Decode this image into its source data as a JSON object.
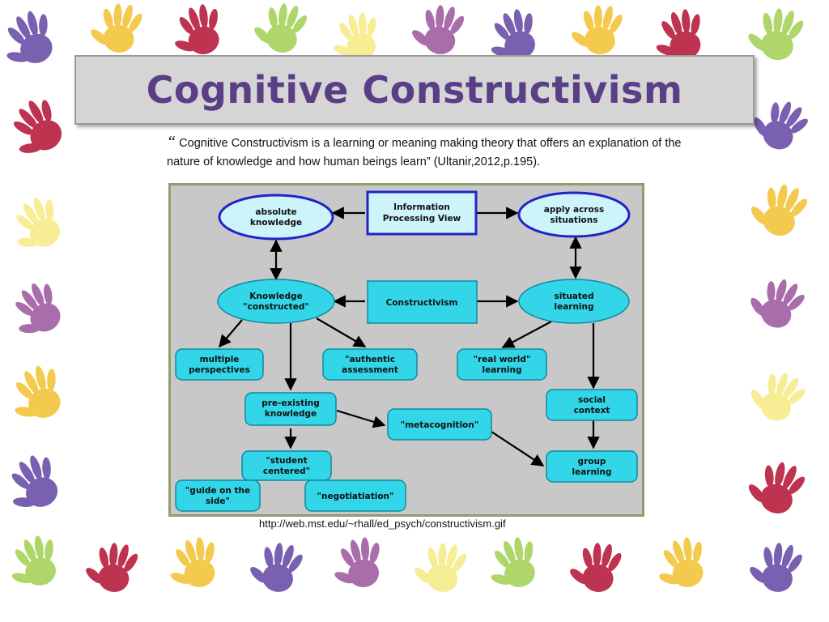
{
  "slide": {
    "title": "Cognitive  Constructivism",
    "quote_mark": "“",
    "quote_text": " Cognitive Constructivism is a learning or meaning making theory that offers an explanation of the nature of knowledge and how human beings learn” (Ultanir,2012,p.195).",
    "source_url": "http://web.mst.edu/~rhall/ed_psych/constructivism.gif"
  },
  "diagram": {
    "nodes": {
      "absolute_knowledge": [
        "absolute",
        "knowledge"
      ],
      "info_processing": [
        "Information",
        "Processing View"
      ],
      "apply_across": [
        "apply across",
        "situations"
      ],
      "knowledge_constructed": [
        "Knowledge",
        "\"constructed\""
      ],
      "constructivism": [
        "Constructivism"
      ],
      "situated_learning": [
        "situated",
        "learning"
      ],
      "multiple_perspectives": [
        "multiple",
        "perspectives"
      ],
      "authentic_assessment": [
        "\"authentic",
        "assessment"
      ],
      "real_world": [
        "\"real world\"",
        "learning"
      ],
      "pre_existing": [
        "pre-existing",
        "knowledge"
      ],
      "metacognition": [
        "\"metacognition\""
      ],
      "social_context": [
        "social",
        "context"
      ],
      "student_centered": [
        "\"student",
        "centered\""
      ],
      "group_learning": [
        "group",
        "learning"
      ],
      "guide_on_side": [
        "\"guide on the",
        "side\""
      ],
      "negotiation": [
        "\"negotiatiation\""
      ]
    }
  },
  "colors": {
    "title_text": "#5a3f86",
    "title_bg": "#d5d5d5",
    "node_fill": "#33d6e8",
    "ellipse_light": "#ccf4fa",
    "ellipse_border": "#2222c8",
    "diagram_bg": "#c8c8c8",
    "handprint_purple": "#6b4fa8",
    "handprint_red": "#b81e3c",
    "handprint_yellow": "#f2c53a",
    "handprint_green": "#a6d25a",
    "handprint_lightyellow": "#f6ec8a",
    "handprint_violet": "#a05ea4"
  },
  "icons": {
    "border": "handprint-icon"
  }
}
